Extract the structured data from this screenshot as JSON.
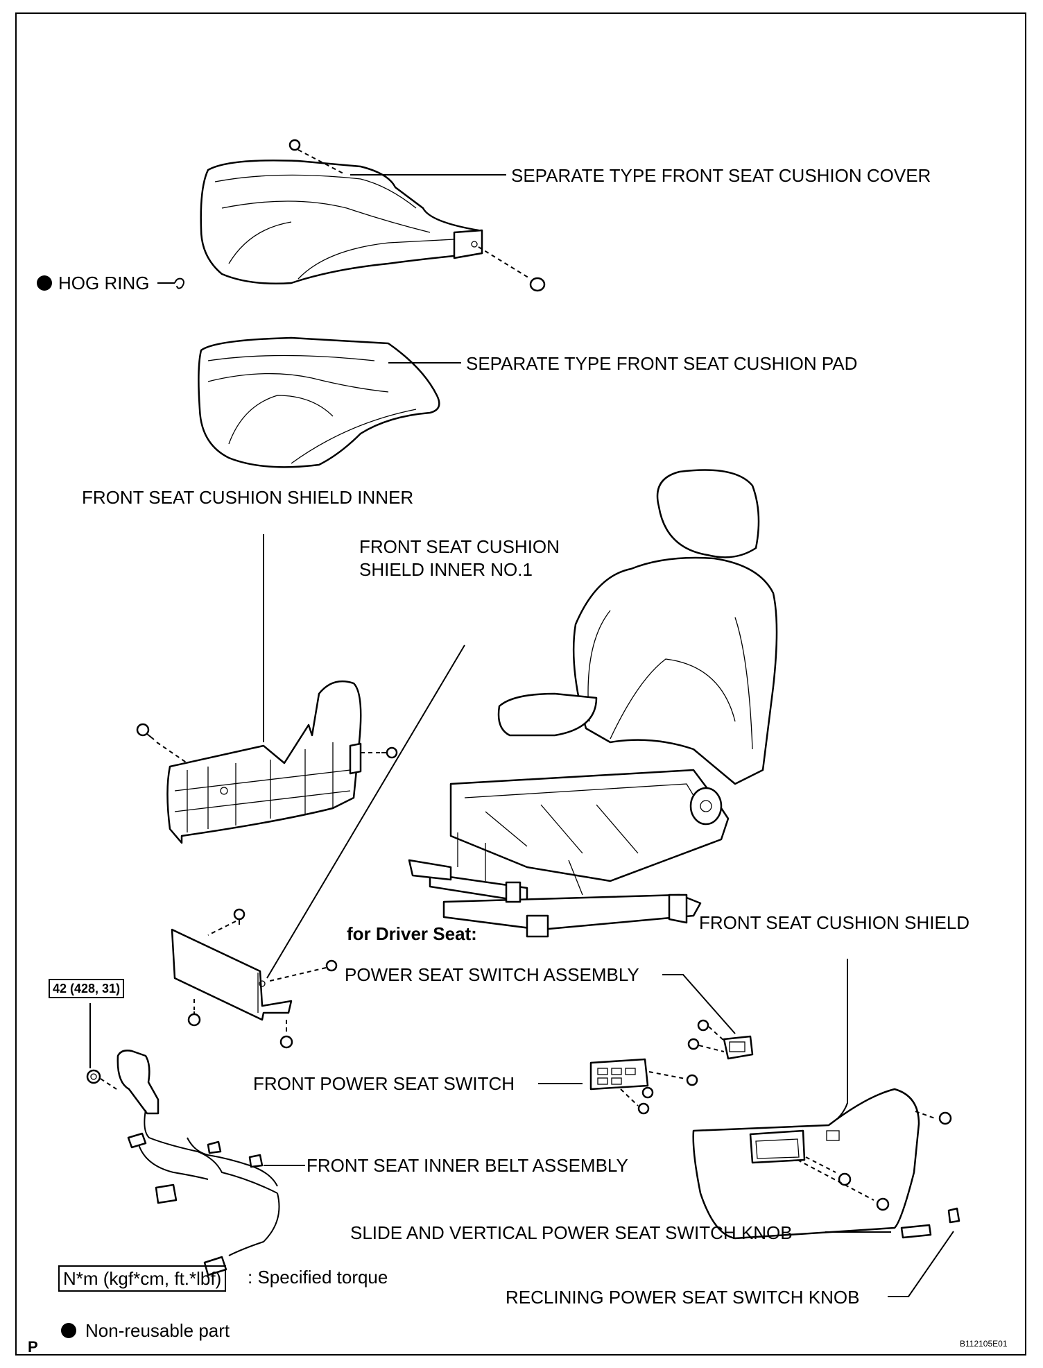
{
  "labels": {
    "cushion_cover": "SEPARATE TYPE FRONT SEAT CUSHION COVER",
    "hog_ring": "HOG RING",
    "cushion_pad": "SEPARATE TYPE FRONT SEAT CUSHION PAD",
    "shield_inner": "FRONT SEAT CUSHION SHIELD INNER",
    "shield_inner_no1_line1": "FRONT SEAT CUSHION",
    "shield_inner_no1_line2": "SHIELD INNER NO.1",
    "for_driver_seat": "for Driver Seat:",
    "cushion_shield": "FRONT SEAT CUSHION SHIELD",
    "power_seat_switch_assembly": "POWER SEAT SWITCH ASSEMBLY",
    "front_power_seat_switch": "FRONT POWER SEAT SWITCH",
    "inner_belt_assembly": "FRONT SEAT INNER BELT ASSEMBLY",
    "slide_vertical_knob": "SLIDE AND VERTICAL POWER SEAT SWITCH KNOB",
    "reclining_knob": "RECLINING POWER SEAT SWITCH KNOB"
  },
  "torque_spec": "42 (428, 31)",
  "legend": {
    "torque_unit": "N*m (kgf*cm, ft.*lbf)",
    "torque_desc": ": Specified torque",
    "non_reusable": "Non-reusable part"
  },
  "footer": {
    "left_mark": "P",
    "figure_id": "B112105E01"
  }
}
